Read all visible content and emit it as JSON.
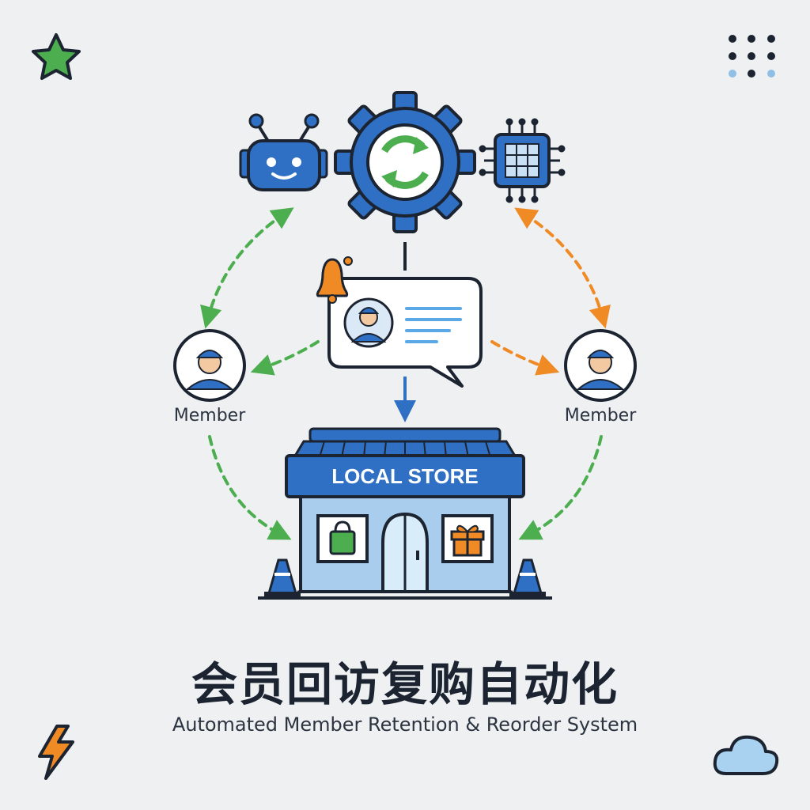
{
  "diagram": {
    "store_sign": "LOCAL STORE",
    "members": [
      {
        "label": "Member"
      },
      {
        "label": "Member"
      }
    ],
    "title_cn": "会员回访复购自动化",
    "title_en": "Automated Member Retention & Reorder System"
  },
  "colors": {
    "primary_blue": "#2f6fc4",
    "dark_outline": "#1b2430",
    "green": "#4cae4f",
    "orange": "#f08a24",
    "background": "#eef0f2"
  },
  "icons": [
    "star-icon",
    "dots-icon",
    "robot-icon",
    "gear-refresh-icon",
    "chip-icon",
    "bell-icon",
    "chat-bubble-icon",
    "member-avatar-icon",
    "store-icon",
    "shopping-bag-icon",
    "gift-icon",
    "traffic-cone-icon",
    "lightning-icon",
    "cloud-icon"
  ]
}
